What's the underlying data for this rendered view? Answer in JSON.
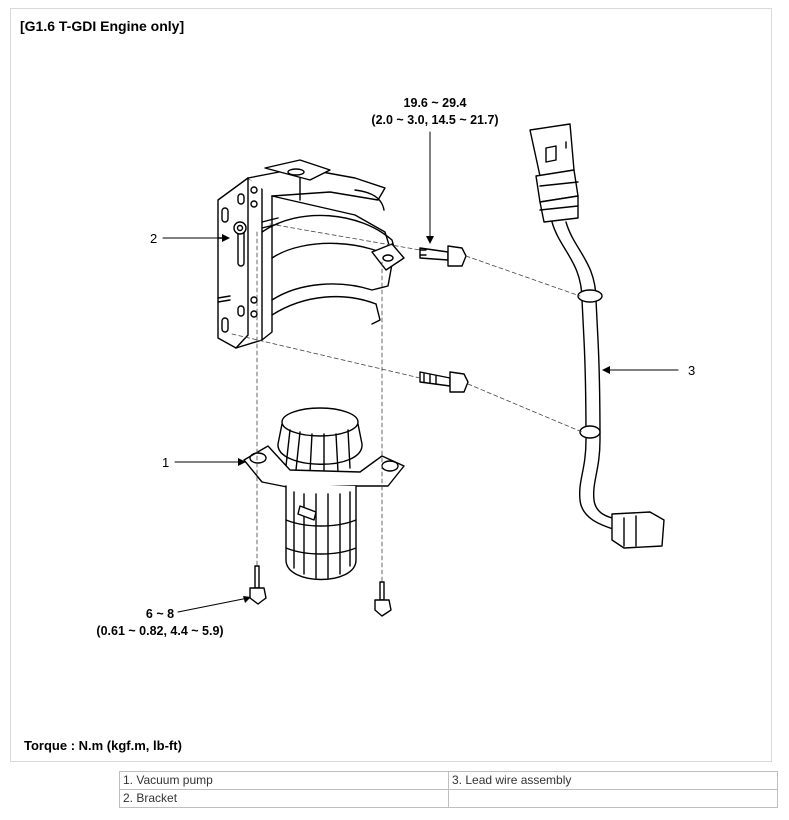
{
  "figure": {
    "title": "[G1.6 T-GDI Engine only]",
    "torque_note": "Torque : N.m (kgf.m, lb-ft)"
  },
  "callouts": {
    "vacuum_pump": "1",
    "bracket": "2",
    "lead_wire": "3"
  },
  "torques": {
    "bracket_bolt": {
      "line1": "19.6 ~ 29.4",
      "line2": "(2.0 ~ 3.0, 14.5 ~ 21.7)"
    },
    "pump_bolt": {
      "line1": "6 ~ 8",
      "line2": "(0.61 ~ 0.82, 4.4 ~ 5.9)"
    }
  },
  "legend": {
    "row1_left": "1. Vacuum pump",
    "row1_right": "3. Lead wire assembly",
    "row2_left": "2. Bracket",
    "row2_right": ""
  }
}
